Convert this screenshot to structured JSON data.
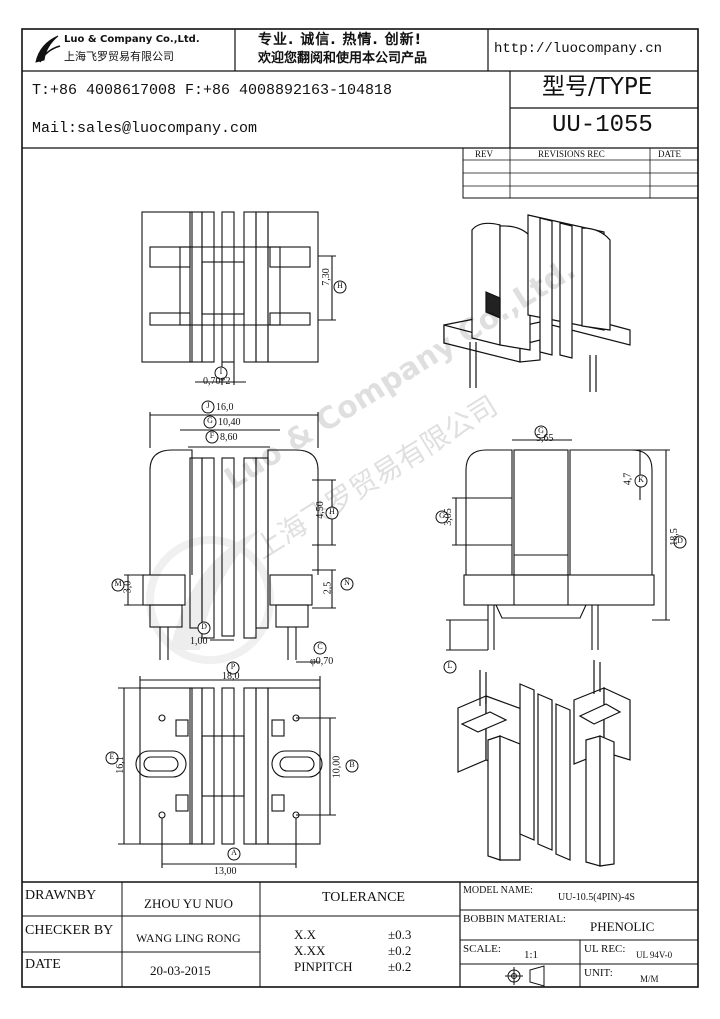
{
  "header": {
    "company_en": "Luo & Company Co.,Ltd.",
    "company_cn": "上海飞罗贸易有限公司",
    "slogan": "专业. 诚信. 热情. 创新!",
    "welcome": "欢迎您翻阅和使用本公司产品",
    "url": "http://luocompany.cn",
    "contact_phone": "T:+86 4008617008 F:+86 4008892163-104818",
    "contact_mail": "Mail:sales@luocompany.com",
    "type_label": "型号/TYPE",
    "type_value": "UU-1055"
  },
  "revisions": {
    "col_rev": "REV",
    "col_rec": "REVISIONS REC",
    "col_date": "DATE"
  },
  "watermark": {
    "line1": "Luo & Company Co.,Ltd.",
    "line2": "上海飞罗贸易有限公司"
  },
  "dimensions": {
    "top_pin": "0,70*2",
    "top_height": "7,30",
    "front_w1": "16,0",
    "front_w2": "10,40",
    "front_w3": "8,60",
    "front_h1": "4,50",
    "front_h2": "2,5",
    "front_h3": "3,0",
    "front_pin_gap": "1,00",
    "front_pin_dia": "φ0,70",
    "side_w": "5,65",
    "side_h1": "4,7",
    "side_h2": "3,05",
    "side_h3": "18,5",
    "bottom_w1": "18,0",
    "bottom_w2": "13,00",
    "bottom_h1": "16,1",
    "bottom_h2": "10,00"
  },
  "callouts": {
    "A": "A",
    "B": "B",
    "C": "C",
    "D": "D",
    "E": "E",
    "F": "F",
    "G": "G",
    "H": "H",
    "I": "I",
    "J": "J",
    "K": "K",
    "L": "L",
    "M": "M",
    "N": "N",
    "P": "P"
  },
  "title_block": {
    "drawn_by_label": "DRAWNBY",
    "drawn_by_value": "ZHOU YU NUO",
    "checker_label": "CHECKER BY",
    "checker_value": "WANG LING RONG",
    "date_label": "DATE",
    "date_value": "20-03-2015",
    "tolerance_label": "TOLERANCE",
    "tol_rows": [
      {
        "key": "X.X",
        "val": "±0.3"
      },
      {
        "key": "X.XX",
        "val": "±0.2"
      },
      {
        "key": "PINPITCH",
        "val": "±0.2"
      }
    ],
    "model_label": "MODEL NAME:",
    "model_value": "UU-10.5(4PIN)-4S",
    "bobbin_label": "BOBBIN MATERIAL:",
    "bobbin_value": "PHENOLIC",
    "scale_label": "SCALE:",
    "scale_value": "1:1",
    "ul_label": "UL REC:",
    "ul_value": "UL 94V-0",
    "unit_label": "UNIT:",
    "unit_value": "M/M"
  }
}
